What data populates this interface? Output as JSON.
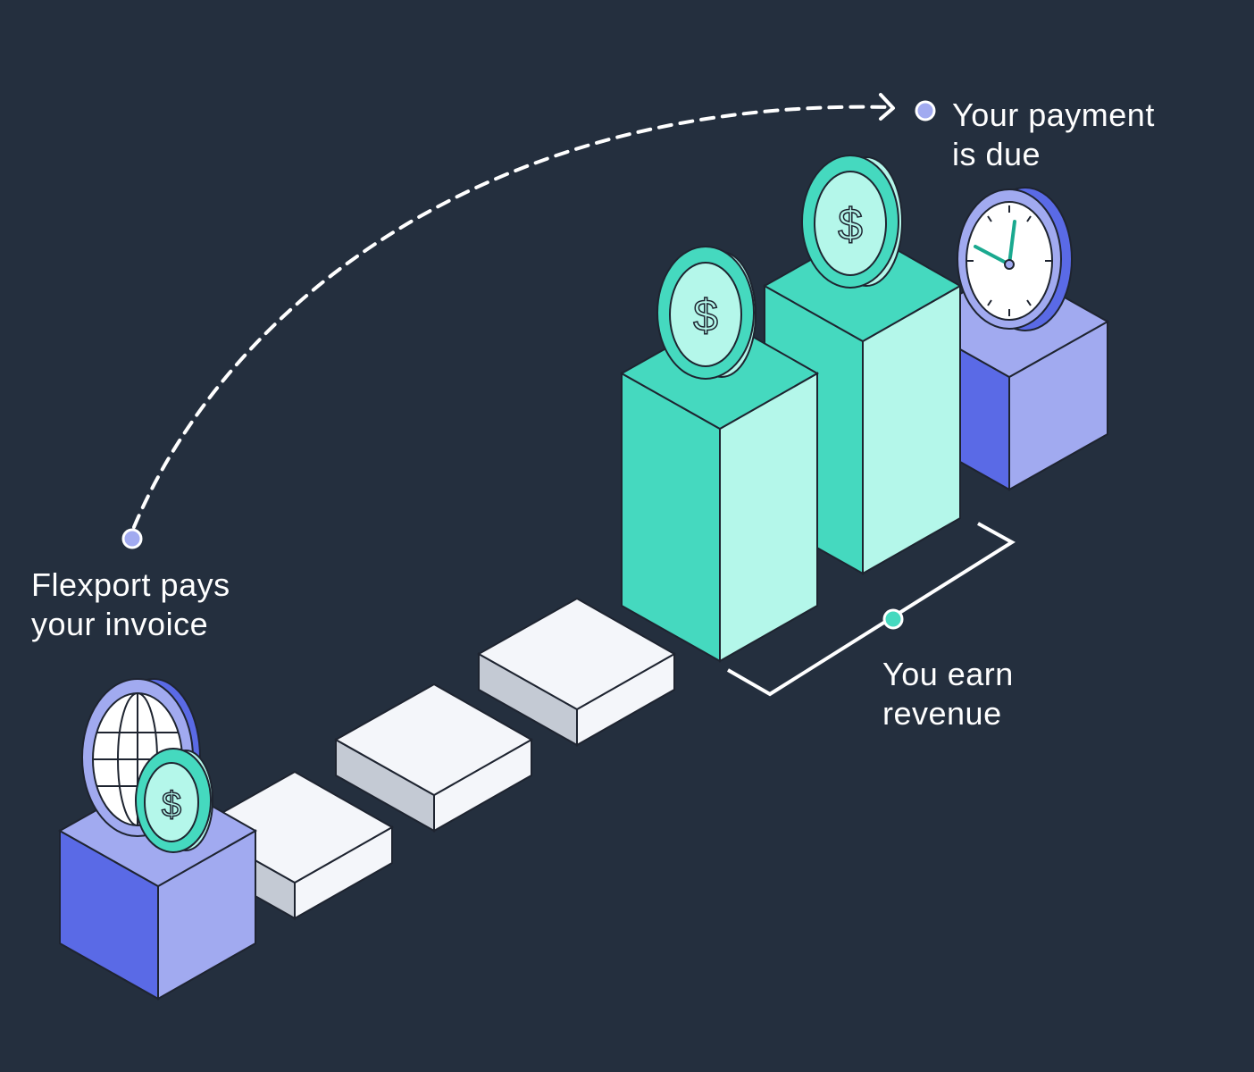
{
  "labels": {
    "payment_due": {
      "line1": "Your payment",
      "line2": "is due"
    },
    "flexport_pays": {
      "line1": "Flexport pays",
      "line2": "your invoice"
    },
    "earn_revenue": {
      "line1": "You earn",
      "line2": "revenue"
    }
  },
  "coin_symbol": "$",
  "colors": {
    "background": "#242f3e",
    "indigo_dark": "#5a6ae6",
    "indigo_light": "#a1aaf0",
    "mint_dark": "#45d9bf",
    "mint_light": "#b4f7ea",
    "tile_top": "#f4f6fa",
    "tile_side": "#c4cad4",
    "outline": "#1e2430",
    "white": "#ffffff"
  },
  "icons": [
    "globe-icon",
    "coin-icon",
    "clock-icon",
    "dashed-arrow",
    "bracket"
  ]
}
